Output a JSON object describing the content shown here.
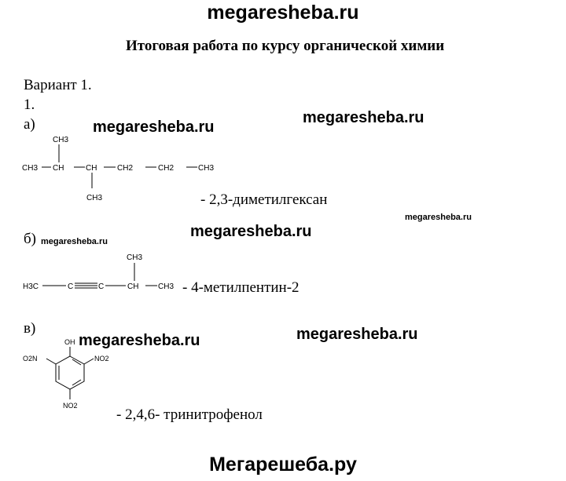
{
  "header": {
    "site": "megaresheba.ru"
  },
  "title": "Итоговая работа по курсу органической химии",
  "variant": "Вариант 1.",
  "task_number": "1.",
  "items": [
    {
      "marker": "а)",
      "formula_labels": [
        "CH3",
        "CH",
        "CH",
        "CH2",
        "CH2",
        "CH3",
        "CH3",
        "CH3"
      ],
      "name": "- 2,3-диметилгексан"
    },
    {
      "marker": "б)",
      "formula_labels": [
        "H3C",
        "C",
        "C",
        "CH",
        "CH3",
        "CH3"
      ],
      "name": "- 4-метилпентин-2"
    },
    {
      "marker": "в)",
      "formula_labels": [
        "OH",
        "O2N",
        "NO2",
        "NO2"
      ],
      "name": "- 2,4,6- тринитрофенол"
    }
  ],
  "watermarks": {
    "w1": "megaresheba.ru",
    "w2": "megaresheba.ru",
    "w3": "megaresheba.ru",
    "w4": "megaresheba.ru",
    "w5": "megaresheba.ru",
    "w6": "megaresheba.ru",
    "w7": "megaresheba.ru"
  },
  "footer": "Мегарешеба.ру"
}
